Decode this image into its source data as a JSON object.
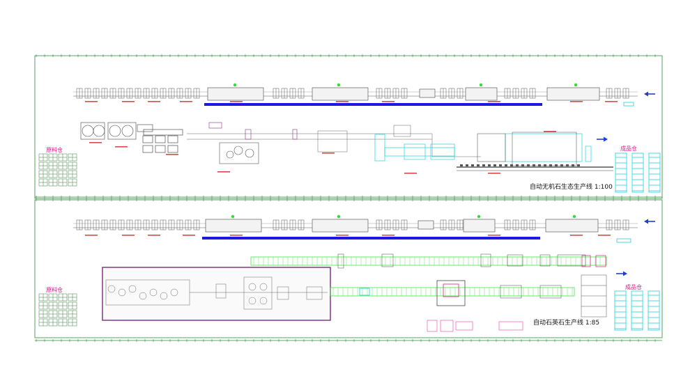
{
  "drawing": {
    "lines": [
      {
        "title": "自动无机石生态生产线 1:100",
        "raw_warehouse": "原料仓",
        "finished_warehouse": "成品仓"
      },
      {
        "title": "自动石英石生产线 1:85",
        "raw_warehouse": "原料仓",
        "finished_warehouse": "成品仓"
      }
    ],
    "colors": {
      "frame": "#2e8b3a",
      "wall": "#777777",
      "equipment": "#666666",
      "conveyor_blue": "#1a1adf",
      "arrow_blue": "#1f3fd6",
      "cyan": "#19d3e0",
      "green": "#30e030",
      "magenta": "#e0198a",
      "purple": "#7a2a7a",
      "dark": "#333333"
    }
  }
}
